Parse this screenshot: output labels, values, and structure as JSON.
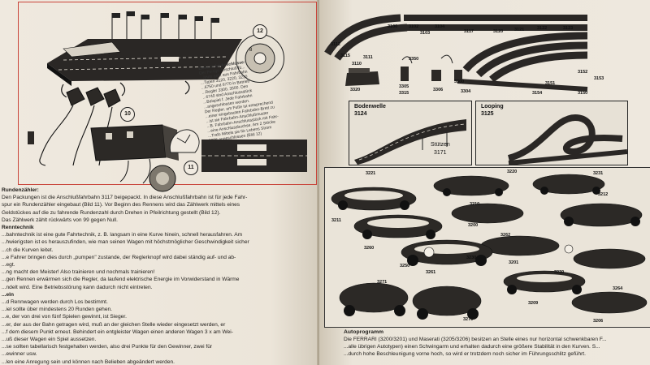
{
  "left_page": {
    "callout_12": "12",
    "callout_10": "10",
    "callout_11": "11",
    "aside_title": "Elektrische Anschlüsse:",
    "aside_lines": [
      "Der Fertige Anschluß fü...",
      "...ährte geht aus Fahrbahn",
      "...Typen 3120, 3220, 3230",
      "...6750 und 6770 in Betrieb",
      "...Regler 3300, 3500. Den",
      "...6740 sind Anschlussstück",
      "...Beispiel f. Jede Fahrbahn",
      "...angeschlossen werden.",
      "Der Regler, am Fuße ist entsprechend",
      "...einer eingebauten Fahrbahn-Brett zu",
      "...ist sie Fahrbahn-Anschlußmuster",
      "...B. Fahrbahn-Anschlussstück mit Fahr-",
      "...eine Anschlussbuchse. Am 2 Stöcke",
      "...Trafo Mittels sie für Lebens Strom",
      "2206 angeschlossen (Bild 12)"
    ],
    "paragraphs": [
      {
        "text": "Rundenzähler:",
        "bold": true
      },
      {
        "text": "Den Packungen ist die Anschlußfahrbahn 3117 beigepackt. In diese Anschlußfahrbahn ist für jede Fahr-",
        "bold": false
      },
      {
        "text": "spur ein Rundenzähler eingebaut (Bild 11). Vor Beginn des Rennens wird das Zählwerk mittels eines",
        "bold": false
      },
      {
        "text": "Geldstückes auf die zu fahrende Rundenzahl durch Drehen in Pfeilrichtung gestellt (Bild 12).",
        "bold": false
      },
      {
        "text": "Das Zählwerk zählt rückwärts von 99 gegen Null.",
        "bold": false
      },
      {
        "text": "Renntechnik",
        "bold": true
      },
      {
        "text": "...bahntechnik ist eine gute Fahrtechnik, z. B. langsam in eine Kurve hinein, schnell herausfahren. Am",
        "bold": false
      },
      {
        "text": "...hwierigsten ist es herauszufinden, wie man seinen Wagen mit höchstmöglicher Geschwindigkeit sicher",
        "bold": false
      },
      {
        "text": "...ch die Kurven leitet.",
        "bold": false
      },
      {
        "text": "...e Fahrer bringen dies durch „pumpen\" zustande, der Reglerknopf wird dabei ständig auf- und ab-",
        "bold": false
      },
      {
        "text": "...egt.",
        "bold": false
      },
      {
        "text": "...ng macht den Meister! Also trainieren und nochmals trainieren!",
        "bold": false
      },
      {
        "text": "...gen Rennen erwärmen sich die Regler, da laufend elektrische Energie im Vorwiderstand in Wärme",
        "bold": false
      },
      {
        "text": "...ndelt wird. Eine Betriebsstörung kann dadurch nicht eintreten.",
        "bold": false
      },
      {
        "text": "...eln",
        "bold": true
      },
      {
        "text": "...d Rennwagen werden durch Los bestimmt.",
        "bold": false
      },
      {
        "text": "...iel sollte über mindestens 20 Runden gehen.",
        "bold": false
      },
      {
        "text": "...e, der von drei von fünf Spielen gewinnt, ist Sieger.",
        "bold": false
      },
      {
        "text": "...er, der aus der Bahn getragen wird, muß an der gleichen Stelle wieder eingesetzt werden, er",
        "bold": false
      },
      {
        "text": "...f dem diesem Punkt erneut. Behindert ein entgleister Wagen einen anderen Wagen 3 x am Wei-",
        "bold": false
      },
      {
        "text": "...uß dieser Wagen ein Spiel aussetzen.",
        "bold": false
      },
      {
        "text": "...se sollten tabellarisch festgehalten werden, also drei Punkte für den Gewinner, zwei für",
        "bold": false
      },
      {
        "text": "...ewinner usw.",
        "bold": false
      },
      {
        "text": "...len eine Anregung sein und können nach Belieben abgeändert werden.",
        "bold": false
      }
    ]
  },
  "right_page": {
    "track_numbers": [
      "3100",
      "3102",
      "3103",
      "3104",
      "3117",
      "3120",
      "3121",
      "3122",
      "3123",
      "3112",
      "3115",
      "3110",
      "3111",
      "3350",
      "3320",
      "3305",
      "3315",
      "3306",
      "3304",
      "3300",
      "3154",
      "3151",
      "3152",
      "3153",
      "3150"
    ],
    "box_bodenwelle": {
      "title": "Bodenwelle",
      "number": "3124",
      "sub1": "Stützen",
      "sub2": "3171"
    },
    "box_looping": {
      "title": "Looping",
      "number": "3125"
    },
    "car_numbers": [
      "3221",
      "3220",
      "3231",
      "3212",
      "3211",
      "3210",
      "3200",
      "3262",
      "3260",
      "3230",
      "3201",
      "3250",
      "3261",
      "3230",
      "3209",
      "3264",
      "3271",
      "3270",
      "3206"
    ],
    "caption_title": "Autoprogramm",
    "caption_lines": [
      "Die FERRARI (3200/3201) und Maserati (3205/3206) besitzen an Stelle eines nur horizontal schwenkbaren F...",
      "...alle übrigen Autotypen) einen Schwingarm und erhalten dadurch eine größere Stabilität in den Kurven. S...",
      "...durch hohe Beschleunigung vorne hoch, so wird er trotzdem noch sicher im Führungsschlitz geführt."
    ]
  },
  "colors": {
    "paper": "#ece5d9",
    "ink": "#1c1a17",
    "red_frame": "#c9443a"
  }
}
